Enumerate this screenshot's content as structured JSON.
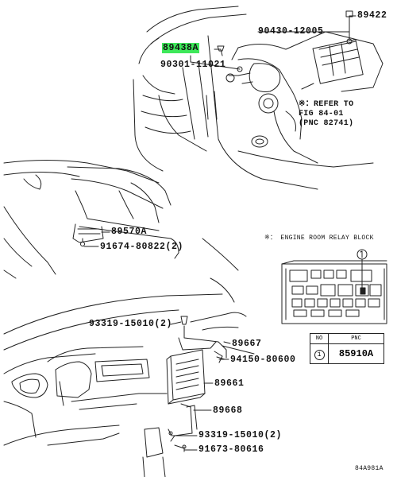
{
  "labels": {
    "p89422": "89422",
    "p90430": "90430-12005",
    "p89438A": "89438A",
    "p90301": "90301-11021",
    "refer_note": "※：REFER TO\nFIG 84-01\n(PNC 82741)",
    "p89570A": "89570A",
    "p91674": "91674-80822(2)",
    "relay_caption": "※： ENGINE ROOM RELAY BLOCK",
    "p93319_top": "93319-15010(2)",
    "p89667": "89667",
    "p94150": "94150-80600",
    "p89661": "89661",
    "p89668": "89668",
    "p93319_bottom": "93319-15010(2)",
    "p91673": "91673-80616",
    "figure_id": "84A981A"
  },
  "highlight_color": "#3ee85a",
  "pnc_table": {
    "headers": [
      "NO",
      "PNC"
    ],
    "rows": [
      {
        "no": "1",
        "pnc": "85910A"
      }
    ]
  }
}
